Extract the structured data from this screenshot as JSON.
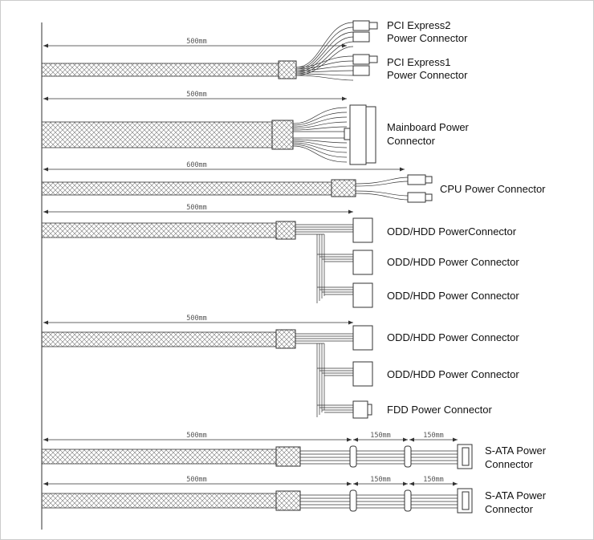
{
  "dimensions": {
    "pcie": "500mm",
    "mainboard": "500mm",
    "cpu": "600mm",
    "molex1": "500mm",
    "molex2": "500mm",
    "sata1": "500mm",
    "sata1_seg1": "150mm",
    "sata1_seg2": "150mm",
    "sata2": "500mm",
    "sata2_seg1": "150mm",
    "sata2_seg2": "150mm"
  },
  "labels": {
    "pcie2_line1": "PCI Express2",
    "pcie2_line2": "Power Connector",
    "pcie1_line1": "PCI Express1",
    "pcie1_line2": "Power Connector",
    "mb_line1": "Mainboard Power",
    "mb_line2": "Connector",
    "cpu": "CPU Power Connector",
    "odd1": "ODD/HDD PowerConnector",
    "odd2": "ODD/HDD Power Connector",
    "odd3": "ODD/HDD Power Connector",
    "odd4": "ODD/HDD Power Connector",
    "odd5": "ODD/HDD Power Connector",
    "fdd": "FDD Power Connector",
    "sata1_line1": "S-ATA Power",
    "sata1_line2": "Connector",
    "sata2_line1": "S-ATA Power",
    "sata2_line2": "Connector"
  },
  "colors": {
    "line": "#333333",
    "border": "#cccccc"
  }
}
